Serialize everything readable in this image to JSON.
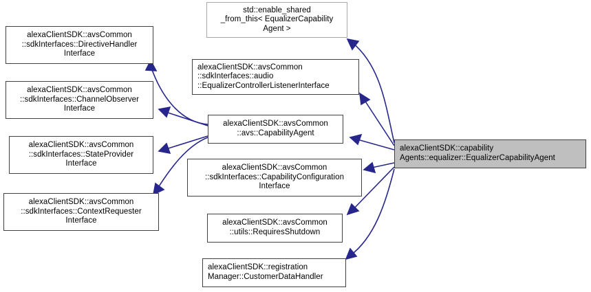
{
  "diagram": {
    "title": "alexaClientSDK::capabilityAgents::equalizer::EqualizerCapabilityAgent inheritance diagram",
    "type": "class-inheritance",
    "edge_color": "#26268c",
    "highlight_fill": "#bfbfbf",
    "node_border": "#404040",
    "faint_border": "#a8a8a8",
    "nodes": [
      {
        "id": "enable-shared-from-this",
        "lines": [
          "std::enable_shared",
          "_from_this< EqualizerCapability",
          "Agent >"
        ],
        "align": "center",
        "style": "faint"
      },
      {
        "id": "directive-handler-interface",
        "lines": [
          "alexaClientSDK::avsCommon",
          "::sdkInterfaces::DirectiveHandler",
          "Interface"
        ],
        "align": "center",
        "style": "normal"
      },
      {
        "id": "equalizer-controller-listener-interface",
        "lines": [
          "alexaClientSDK::avsCommon",
          "::sdkInterfaces::audio",
          "::EqualizerControllerListenerInterface"
        ],
        "align": "left",
        "style": "normal"
      },
      {
        "id": "channel-observer-interface",
        "lines": [
          "alexaClientSDK::avsCommon",
          "::sdkInterfaces::ChannelObserver",
          "Interface"
        ],
        "align": "center",
        "style": "normal"
      },
      {
        "id": "capability-agent",
        "lines": [
          "alexaClientSDK::avsCommon",
          "::avs::CapabilityAgent"
        ],
        "align": "center",
        "style": "normal"
      },
      {
        "id": "state-provider-interface",
        "lines": [
          "alexaClientSDK::avsCommon",
          "::sdkInterfaces::StateProvider",
          "Interface"
        ],
        "align": "center",
        "style": "normal"
      },
      {
        "id": "capability-configuration-interface",
        "lines": [
          "alexaClientSDK::avsCommon",
          "::sdkInterfaces::CapabilityConfiguration",
          "Interface"
        ],
        "align": "center",
        "style": "normal"
      },
      {
        "id": "context-requester-interface",
        "lines": [
          "alexaClientSDK::avsCommon",
          "::sdkInterfaces::ContextRequester",
          "Interface"
        ],
        "align": "center",
        "style": "normal"
      },
      {
        "id": "requires-shutdown",
        "lines": [
          "alexaClientSDK::avsCommon",
          "::utils::RequiresShutdown"
        ],
        "align": "center",
        "style": "normal"
      },
      {
        "id": "customer-data-handler",
        "lines": [
          "alexaClientSDK::registration",
          "Manager::CustomerDataHandler"
        ],
        "align": "left",
        "style": "normal"
      },
      {
        "id": "equalizer-capability-agent",
        "lines": [
          "alexaClientSDK::capability",
          "Agents::equalizer::EqualizerCapabilityAgent"
        ],
        "align": "left",
        "style": "highlight"
      }
    ],
    "edges": [
      {
        "from": "capability-agent",
        "to": "directive-handler-interface"
      },
      {
        "from": "capability-agent",
        "to": "channel-observer-interface"
      },
      {
        "from": "capability-agent",
        "to": "state-provider-interface"
      },
      {
        "from": "capability-agent",
        "to": "context-requester-interface"
      },
      {
        "from": "equalizer-capability-agent",
        "to": "enable-shared-from-this"
      },
      {
        "from": "equalizer-capability-agent",
        "to": "equalizer-controller-listener-interface"
      },
      {
        "from": "equalizer-capability-agent",
        "to": "capability-agent"
      },
      {
        "from": "equalizer-capability-agent",
        "to": "capability-configuration-interface"
      },
      {
        "from": "equalizer-capability-agent",
        "to": "requires-shutdown"
      },
      {
        "from": "equalizer-capability-agent",
        "to": "customer-data-handler"
      }
    ]
  }
}
